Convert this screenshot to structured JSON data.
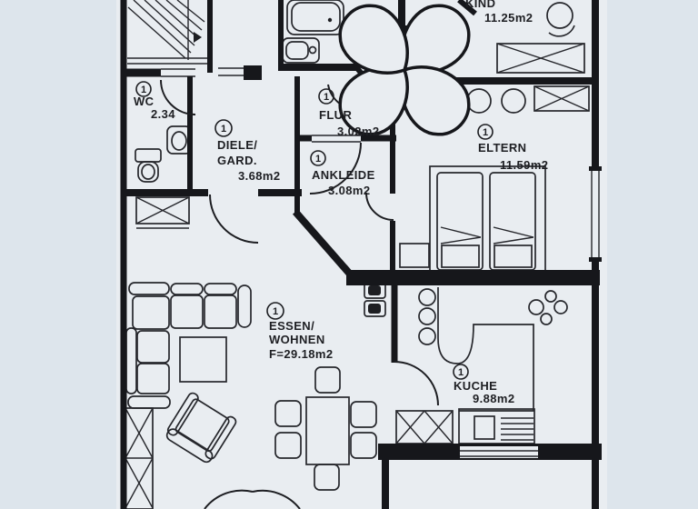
{
  "colors": {
    "background": "#dde5ec",
    "paper": "#e9edf1",
    "ink": "#1d1e21"
  },
  "rooms": {
    "kind": {
      "name": "KIND",
      "area": "11.25m2"
    },
    "wc": {
      "number": "1",
      "name": "WC",
      "area": "2.34"
    },
    "diele": {
      "number": "1",
      "name_line1": "DIELE/",
      "name_line2": "GARD.",
      "area": "3.68m2"
    },
    "flur": {
      "number": "1",
      "name": "FLUR",
      "area": "3.02m2"
    },
    "ankleide": {
      "number": "1",
      "name": "ANKLEIDE",
      "area": "3.08m2"
    },
    "eltern": {
      "number": "1",
      "name": "ELTERN",
      "area": "11.59m2"
    },
    "wohnen": {
      "number": "1",
      "name_line1": "ESSEN/",
      "name_line2": "WOHNEN",
      "area": "F=29.18m2"
    },
    "kueche": {
      "number": "1",
      "name": "KUCHE",
      "area": "9.88m2"
    }
  }
}
